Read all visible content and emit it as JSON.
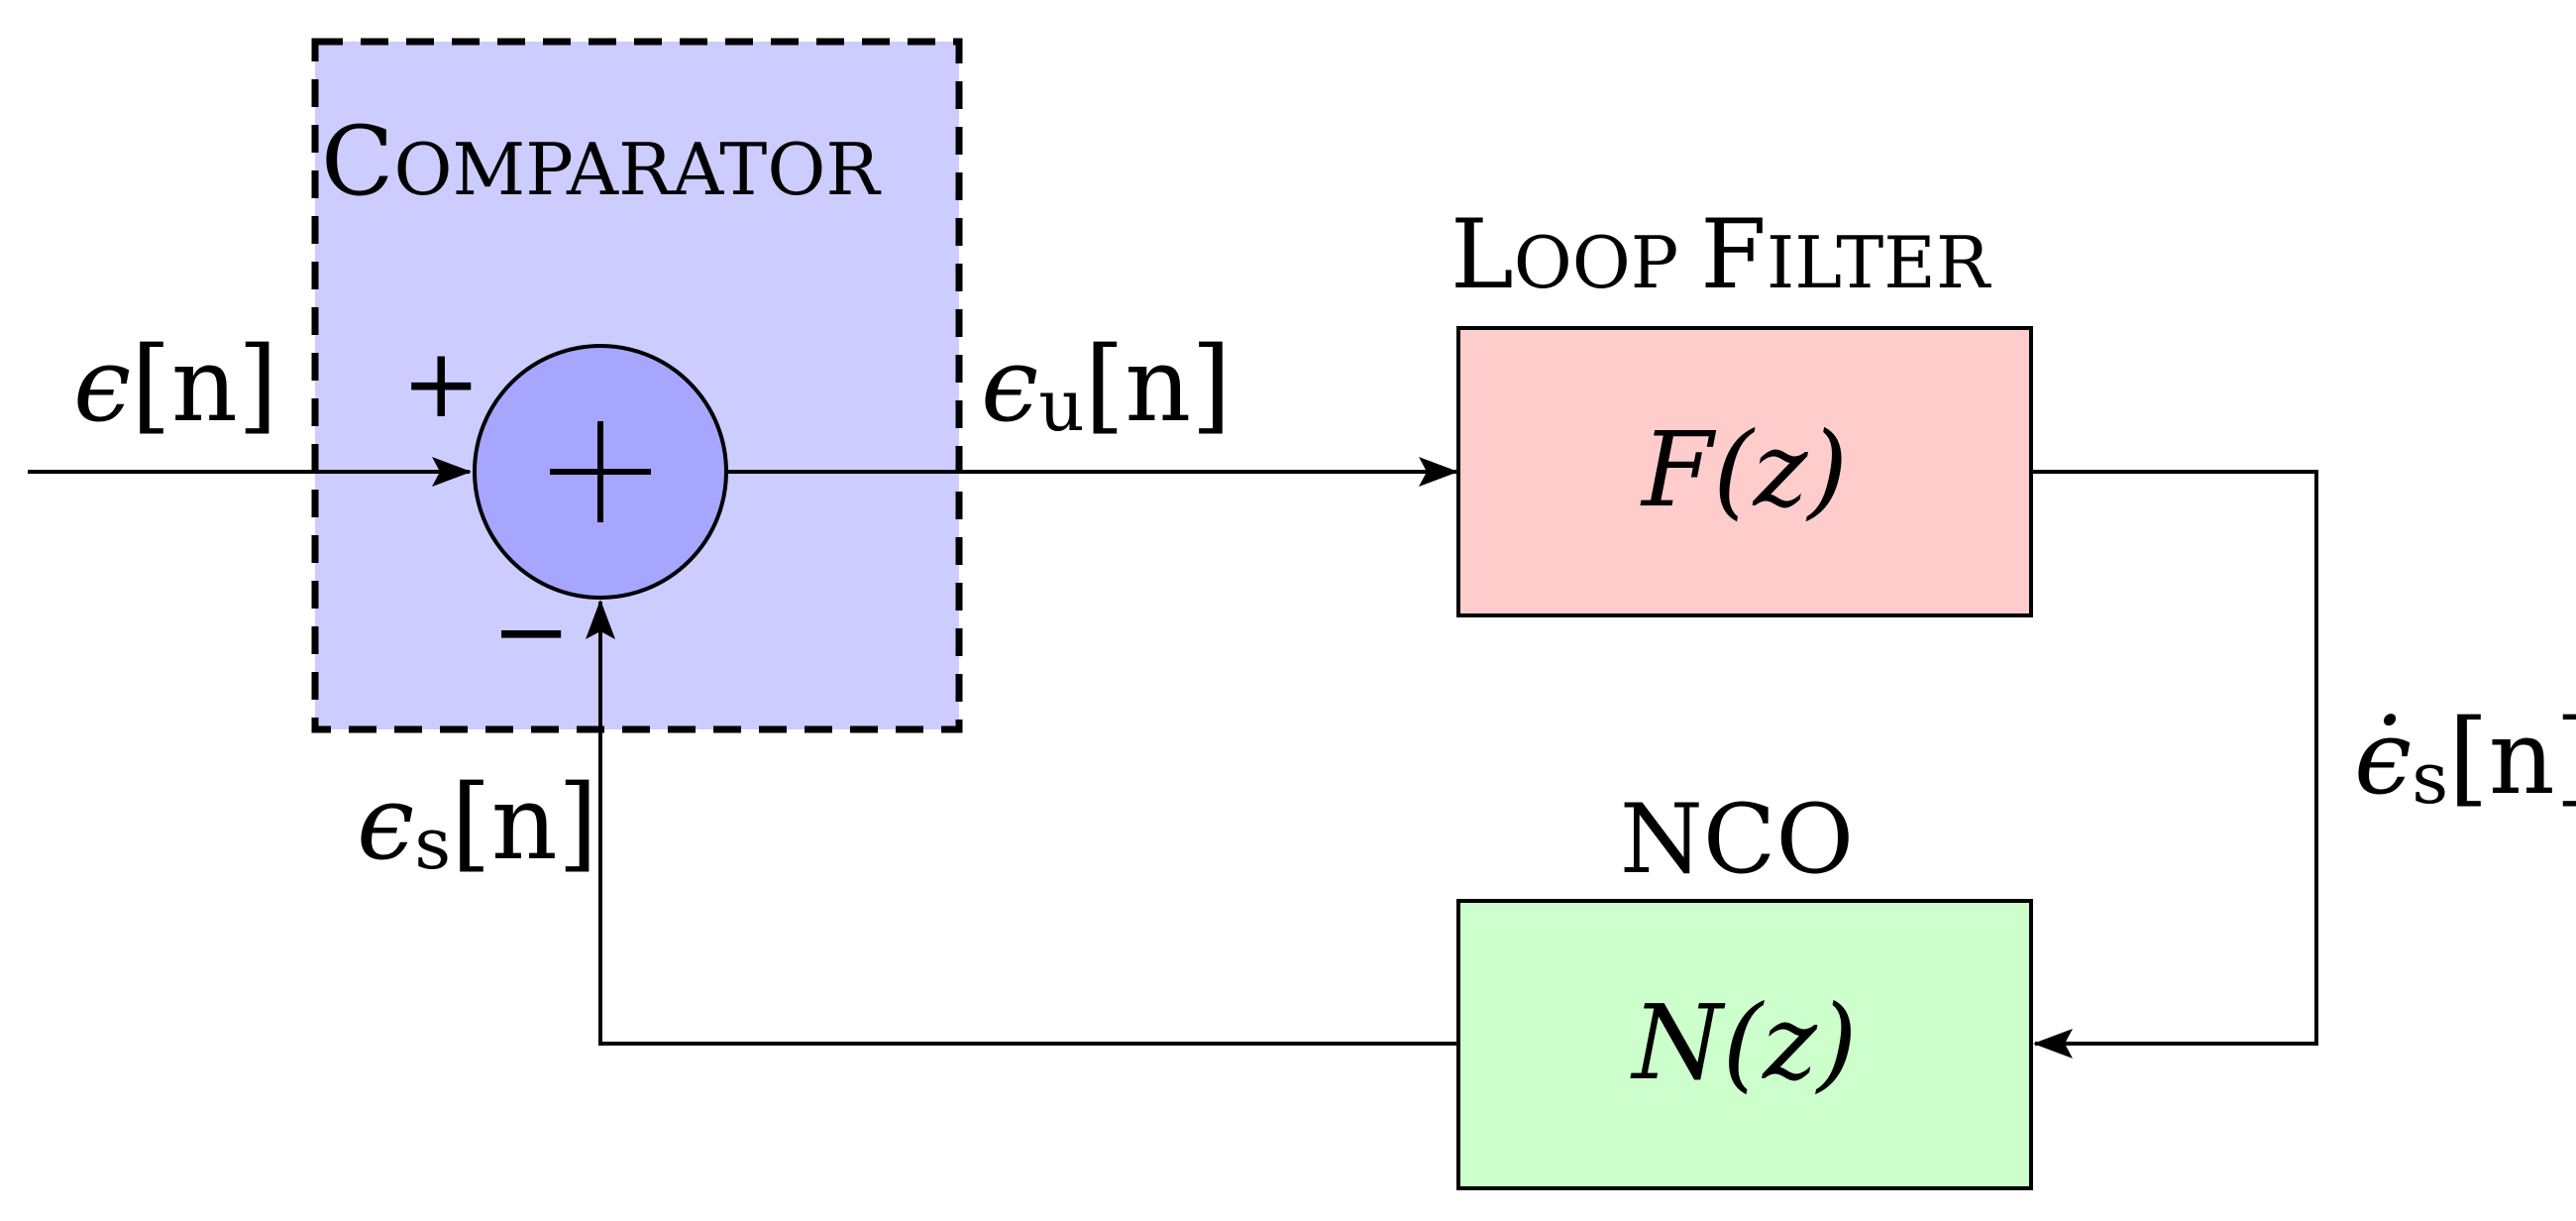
{
  "blocks": {
    "comparator": {
      "title_initial": "C",
      "title_rest": "OMPARATOR",
      "fill": "#ccccff",
      "circle_fill": "#a6a6ff",
      "plus_sign": "+",
      "minus_sign": "−"
    },
    "loop_filter": {
      "title_initial_1": "L",
      "title_rest_1": "OOP",
      "title_initial_2": "F",
      "title_rest_2": "ILTER",
      "fn_name": "F",
      "fn_arg": "(z)",
      "fill": "#ffcccc"
    },
    "nco": {
      "title": "NCO",
      "fn_name": "N",
      "fn_arg": "(z)",
      "fill": "#ccffcc"
    }
  },
  "signals": {
    "input": {
      "symbol": "ϵ",
      "sub": "",
      "index": "[n]"
    },
    "unfiltered": {
      "symbol": "ϵ",
      "sub": "u",
      "index": "[n]"
    },
    "filtered": {
      "symbol": "ϵ̇",
      "sub": "s",
      "index": "[n]"
    },
    "feedback": {
      "symbol": "ϵ",
      "sub": "s",
      "index": "[n]"
    }
  }
}
